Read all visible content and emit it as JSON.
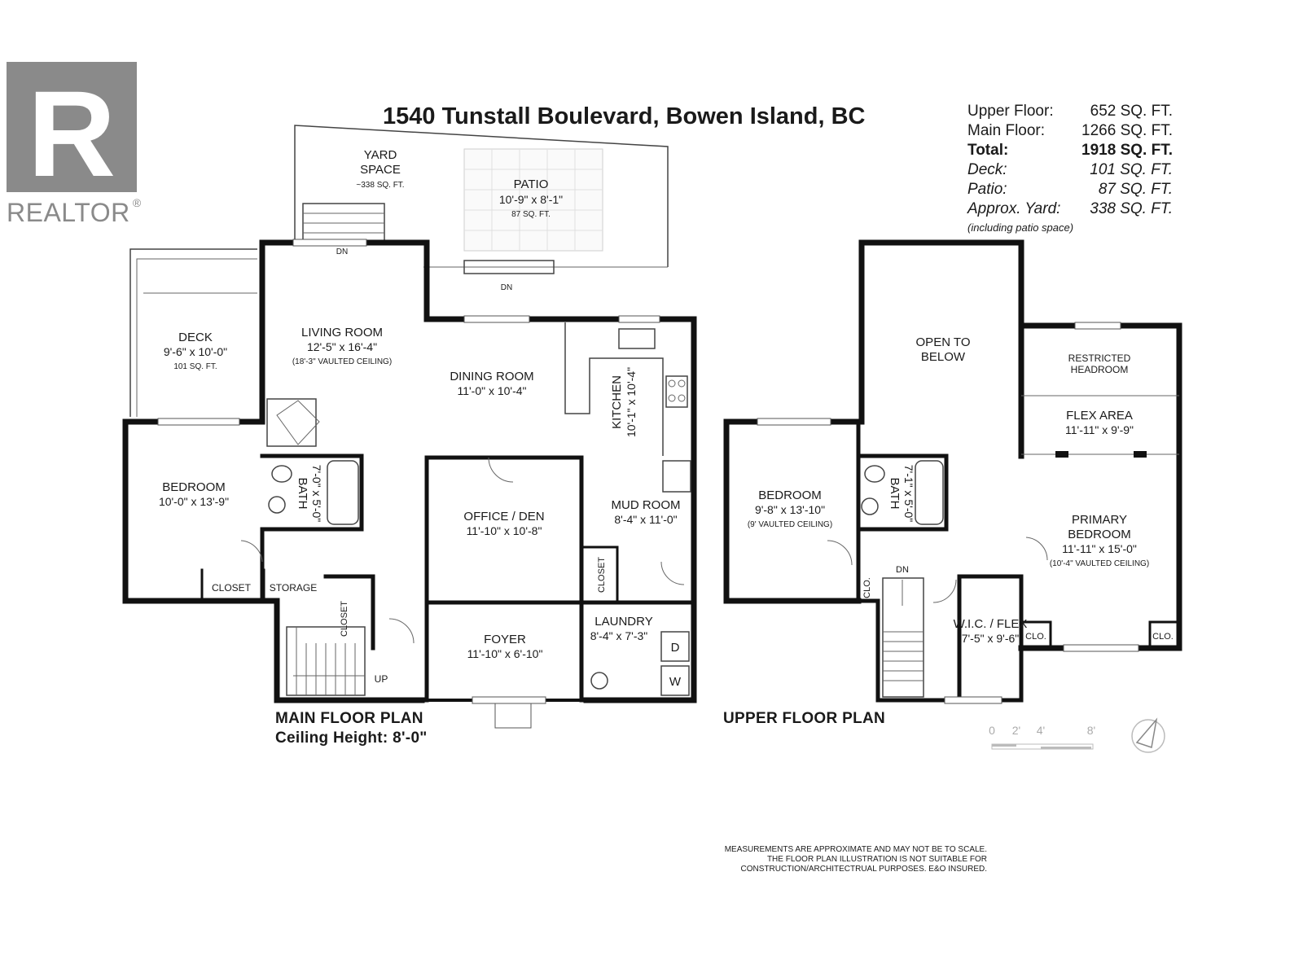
{
  "brand": {
    "name": "REALTOR",
    "mark": "®",
    "logo_letter": "R"
  },
  "title": "1540 Tunstall Boulevard, Bowen Island, BC",
  "summary": [
    {
      "label": "Upper Floor:",
      "value": "652 SQ. FT.",
      "style": "normal"
    },
    {
      "label": "Main Floor:",
      "value": "1266 SQ. FT.",
      "style": "normal"
    },
    {
      "label": "Total:",
      "value": "1918 SQ. FT.",
      "style": "bold"
    },
    {
      "label": "Deck:",
      "value": "101 SQ. FT.",
      "style": "italic"
    },
    {
      "label": "Patio:",
      "value": "87 SQ. FT.",
      "style": "italic"
    },
    {
      "label": "Approx. Yard:",
      "value": "338 SQ. FT.",
      "style": "italic"
    }
  ],
  "summary_note": "(including patio space)",
  "main_floor": {
    "plan_label": "MAIN FLOOR PLAN",
    "ceiling": "Ceiling Height: 8'-0\"",
    "yard": {
      "name1": "YARD",
      "name2": "SPACE",
      "area": "~338 SQ. FT."
    },
    "patio": {
      "name": "PATIO",
      "dims": "10'-9\" x 8'-1\"",
      "area": "87 SQ. FT."
    },
    "deck": {
      "name": "DECK",
      "dims": "9'-6\" x 10'-0\"",
      "area": "101 SQ. FT."
    },
    "living": {
      "name": "LIVING ROOM",
      "dims": "12'-5\" x 16'-4\"",
      "note": "(18'-3\" VAULTED CEILING)"
    },
    "dining": {
      "name": "DINING ROOM",
      "dims": "11'-0\" x 10'-4\""
    },
    "kitchen": {
      "name": "KITCHEN",
      "dims": "10'-1\" x 10'-4\""
    },
    "bedroom": {
      "name": "BEDROOM",
      "dims": "10'-0\" x 13'-9\""
    },
    "bath": {
      "name": "BATH",
      "dims": "7'-0\" x 5'-0\""
    },
    "office": {
      "name": "OFFICE / DEN",
      "dims": "11'-10\" x 10'-8\""
    },
    "mudroom": {
      "name": "MUD ROOM",
      "dims": "8'-4\" x 11'-0\""
    },
    "laundry": {
      "name": "LAUNDRY",
      "dims": "8'-4\" x 7'-3\"",
      "dryer": "D",
      "washer": "W"
    },
    "foyer": {
      "name": "FOYER",
      "dims": "11'-10\" x 6'-10\""
    },
    "closet": "CLOSET",
    "storage": "STORAGE",
    "dn": "DN",
    "up": "UP"
  },
  "upper_floor": {
    "plan_label": "UPPER FLOOR PLAN",
    "open": {
      "line1": "OPEN TO",
      "line2": "BELOW"
    },
    "restricted": {
      "line1": "RESTRICTED",
      "line2": "HEADROOM"
    },
    "flex": {
      "name": "FLEX AREA",
      "dims": "11'-11\" x 9'-9\""
    },
    "bedroom": {
      "name": "BEDROOM",
      "dims": "9'-8\" x 13'-10\"",
      "note": "(9' VAULTED CEILING)"
    },
    "bath": {
      "name": "BATH",
      "dims": "7'-1\" x 5'-0\""
    },
    "primary": {
      "line1": "PRIMARY",
      "line2": "BEDROOM",
      "dims": "11'-11\" x 15'-0\"",
      "note": "(10'-4\" VAULTED CEILING)"
    },
    "wic": {
      "name": "W.I.C. / FLEX",
      "dims": "7'-5\" x 9'-6\""
    },
    "clo": "CLO.",
    "dn": "DN"
  },
  "scale": {
    "t0": "0",
    "t2": "2'",
    "t4": "4'",
    "t8": "8'"
  },
  "disclaimer": [
    "MEASUREMENTS ARE APPROXIMATE AND MAY NOT BE TO SCALE.",
    "THE FLOOR PLAN ILLUSTRATION IS NOT SUITABLE FOR",
    "CONSTRUCTION/ARCHITECTRUAL PURPOSES. E&O INSURED."
  ]
}
